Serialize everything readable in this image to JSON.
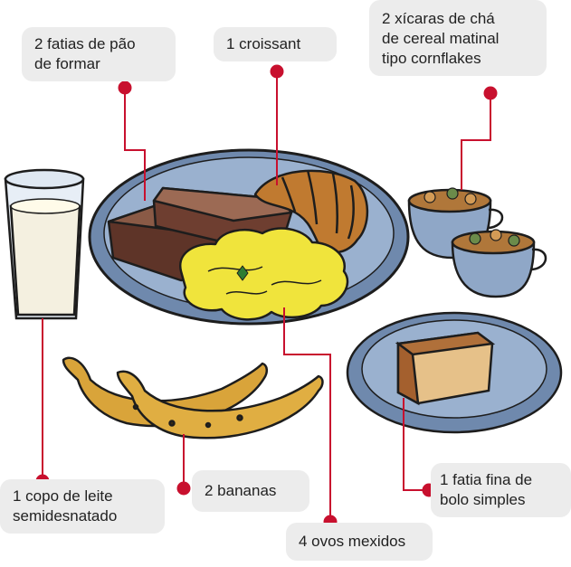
{
  "labels": {
    "bread": [
      "2 fatias de pão",
      "de formar"
    ],
    "croissant": [
      "1 croissant"
    ],
    "cereal": [
      "2 xícaras de chá",
      "de cereal matinal",
      "tipo cornflakes"
    ],
    "milk": [
      "1 copo de leite",
      "semidesnatado"
    ],
    "bananas": [
      "2 bananas"
    ],
    "eggs": [
      "4 ovos mexidos"
    ],
    "cake": [
      "1 fatia fina de",
      "bolo simples"
    ]
  },
  "colors": {
    "accent": "#c8102e",
    "label_bg": "#ececec",
    "plate": "#8fa7c7",
    "plate_rim": "#6f89ad",
    "eggs": "#e8e23a",
    "bread": "#7a4a3a",
    "croissant": "#b8742e",
    "banana": "#d9a43a",
    "cake": "#d9a878"
  }
}
